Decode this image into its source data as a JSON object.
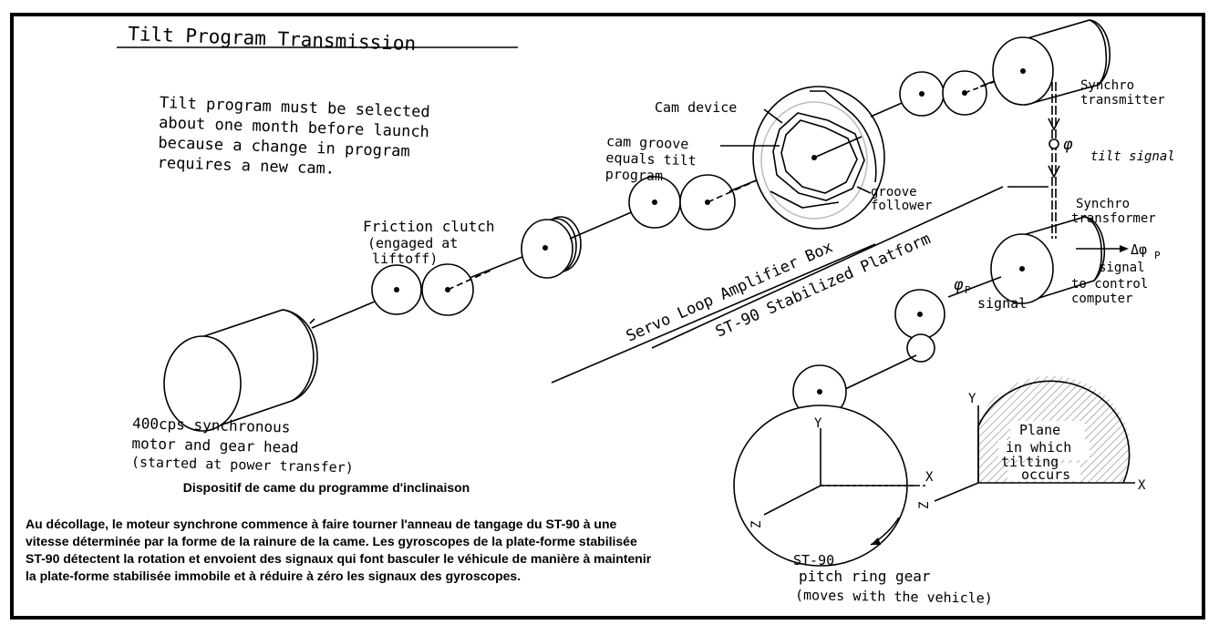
{
  "diagram": {
    "title": "Tilt Program Transmission",
    "note": [
      "Tilt program must be selected",
      "about one month before launch",
      "because a change in program",
      "requires a new cam."
    ],
    "labels": {
      "cam_device": "Cam device",
      "cam_groove": [
        "cam groove",
        "equals tilt",
        "program"
      ],
      "groove_follower": [
        "groove",
        "follower"
      ],
      "friction_clutch": [
        "Friction clutch",
        "(engaged at",
        "liftoff)"
      ],
      "motor": [
        "400cps synchronous",
        "motor and gear head",
        "(started at power transfer)"
      ],
      "synchro_transmitter": [
        "Synchro",
        "transmitter"
      ],
      "tilt_signal_symbol": "φ",
      "tilt_signal": "tilt signal",
      "synchro_transformer": [
        "Synchro",
        "transformer"
      ],
      "delta_phi": "Δφ",
      "delta_phi_sub": "P",
      "control_signal": [
        "signal",
        "to control",
        "computer"
      ],
      "phi_p_symbol": "φ",
      "phi_p_sub": "P",
      "phi_p_signal": "signal",
      "servo_box": "Servo Loop Amplifier Box",
      "platform": "ST-90 Stabilized Platform",
      "pitch_ring": [
        "ST-90",
        "pitch ring gear",
        "(moves with the vehicle)"
      ],
      "axis_y": "Y",
      "axis_x": "X",
      "axis_z": "Z",
      "plane": [
        "Plane",
        "in which",
        "tilting",
        "occurs"
      ]
    }
  },
  "caption": "Dispositif de came du programme d'inclinaison",
  "description": "Au décollage, le moteur synchrone commence à faire tourner l'anneau de tangage du ST-90 à une vitesse déterminée par la forme de la rainure de la came. Les gyroscopes de la plate-forme stabilisée ST-90 détectent la rotation et envoient des signaux qui font basculer le véhicule de manière à maintenir la plate-forme stabilisée immobile et à réduire à zéro les signaux des gyroscopes."
}
